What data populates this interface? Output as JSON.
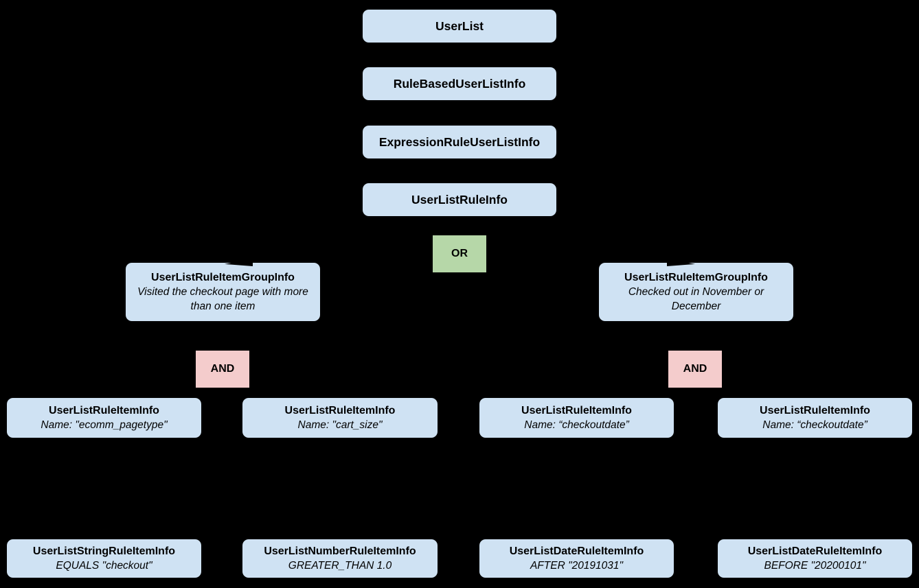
{
  "diagram": {
    "background": "#000000",
    "colors": {
      "node_fill": "#cfe2f3",
      "or_fill": "#b6d7a8",
      "and_fill": "#f4cccc",
      "text": "#000000"
    },
    "stack": [
      {
        "label": "UserList"
      },
      {
        "label": "RuleBasedUserListInfo"
      },
      {
        "label": "ExpressionRuleUserListInfo"
      },
      {
        "label": "UserListRuleInfo"
      }
    ],
    "operators": {
      "or": "OR",
      "and_left": "AND",
      "and_right": "AND"
    },
    "groups": [
      {
        "title": "UserListRuleItemGroupInfo",
        "desc": "Visited the checkout page with more than one item"
      },
      {
        "title": "UserListRuleItemGroupInfo",
        "desc": "Checked out in November or December"
      }
    ],
    "rule_items": [
      {
        "title": "UserListRuleItemInfo",
        "desc": "Name: \"ecomm_pagetype\""
      },
      {
        "title": "UserListRuleItemInfo",
        "desc": "Name: \"cart_size\""
      },
      {
        "title": "UserListRuleItemInfo",
        "desc": "Name: “checkoutdate”"
      },
      {
        "title": "UserListRuleItemInfo",
        "desc": "Name: “checkoutdate”"
      }
    ],
    "leaf_items": [
      {
        "title": "UserListStringRuleItemInfo",
        "desc": "EQUALS \"checkout\""
      },
      {
        "title": "UserListNumberRuleItemInfo",
        "desc": "GREATER_THAN 1.0"
      },
      {
        "title": "UserListDateRuleItemInfo",
        "desc": "AFTER \"20191031\""
      },
      {
        "title": "UserListDateRuleItemInfo",
        "desc": "BEFORE \"20200101\""
      }
    ]
  }
}
